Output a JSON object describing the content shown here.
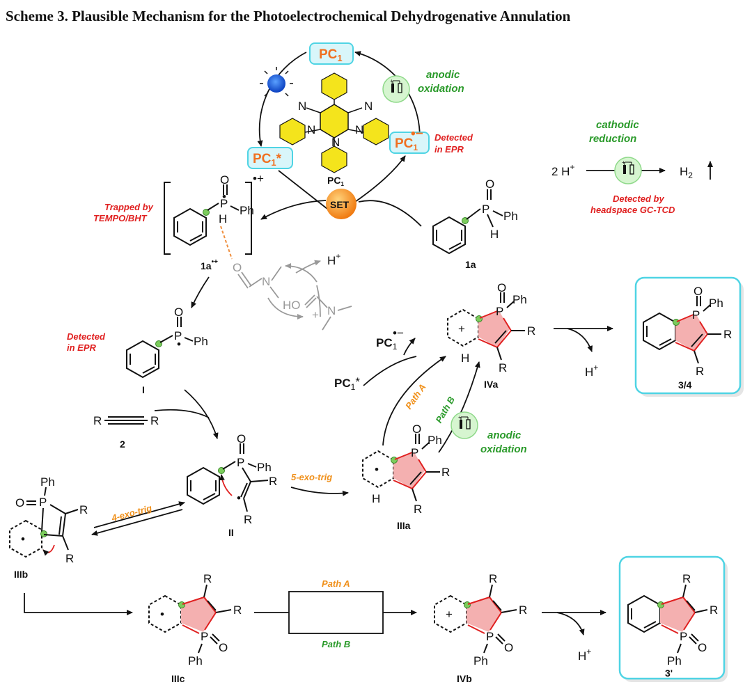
{
  "title": "Scheme 3. Plausible Mechanism for the Photoelectrochemical Dehydrogenative Annulation",
  "photocatalyst": {
    "pc1": "PC",
    "sub1": "1",
    "excited_star": "*",
    "reduced_minus": "•−",
    "catalyst_label": "PC",
    "catalyst_sub": "1",
    "cn": "N",
    "carbazole_n": "N"
  },
  "labels": {
    "anodic_oxidation_top": [
      "anodic",
      "oxidation"
    ],
    "detected_epr_top": [
      "Detected",
      "in EPR"
    ],
    "set": "SET",
    "cathodic_reduction": [
      "cathodic",
      "reduction"
    ],
    "two_h_plus": "2 H",
    "h2": "H",
    "h2_sub": "2",
    "detected_gc": [
      "Detected by",
      "headspace GC-TCD"
    ],
    "trapped": [
      "Trapped by",
      "TEMPO/BHT"
    ],
    "radical_cation_charge": "•+",
    "cmpd_1a_radical": "1a",
    "cmpd_1a": "1a",
    "h_plus": "H",
    "detected_epr_mid": [
      "Detected",
      "in EPR"
    ],
    "cmpd_I": "I",
    "alkyne_R": "R",
    "cmpd_2": "2",
    "cmpd_II": "II",
    "four_exo": "4-exo-trig",
    "five_exo": "5-exo-trig",
    "cmpd_IIIa": "IIIa",
    "cmpd_IIIb": "IIIb",
    "cmpd_IIIc": "IIIc",
    "cmpd_IVa": "IVa",
    "cmpd_IVb": "IVb",
    "cmpd_34": "3/4",
    "cmpd_3p": "3'",
    "path_a": "Path A",
    "path_b": "Path B",
    "anodic_oxidation_mid": [
      "anodic",
      "oxidation"
    ],
    "pc1_star_mid": "PC",
    "pc1_minus_mid": "PC",
    "atom_P": "P",
    "atom_O": "O",
    "atom_H": "H",
    "atom_Ph": "Ph",
    "atom_R": "R",
    "atom_N": "N",
    "plus": "+",
    "dot": "•"
  },
  "colors": {
    "cyan": "#4fd4e4",
    "cyan_fill": "#d9f6fa",
    "orange_text": "#f07020",
    "red_text": "#e02020",
    "green_text": "#2a9a2a",
    "green_dot": "#7ccc5c",
    "pink_ring": "#f4b0b0",
    "red_bond": "#e02020",
    "yellow": "#f4e41c",
    "gray": "#999999"
  }
}
